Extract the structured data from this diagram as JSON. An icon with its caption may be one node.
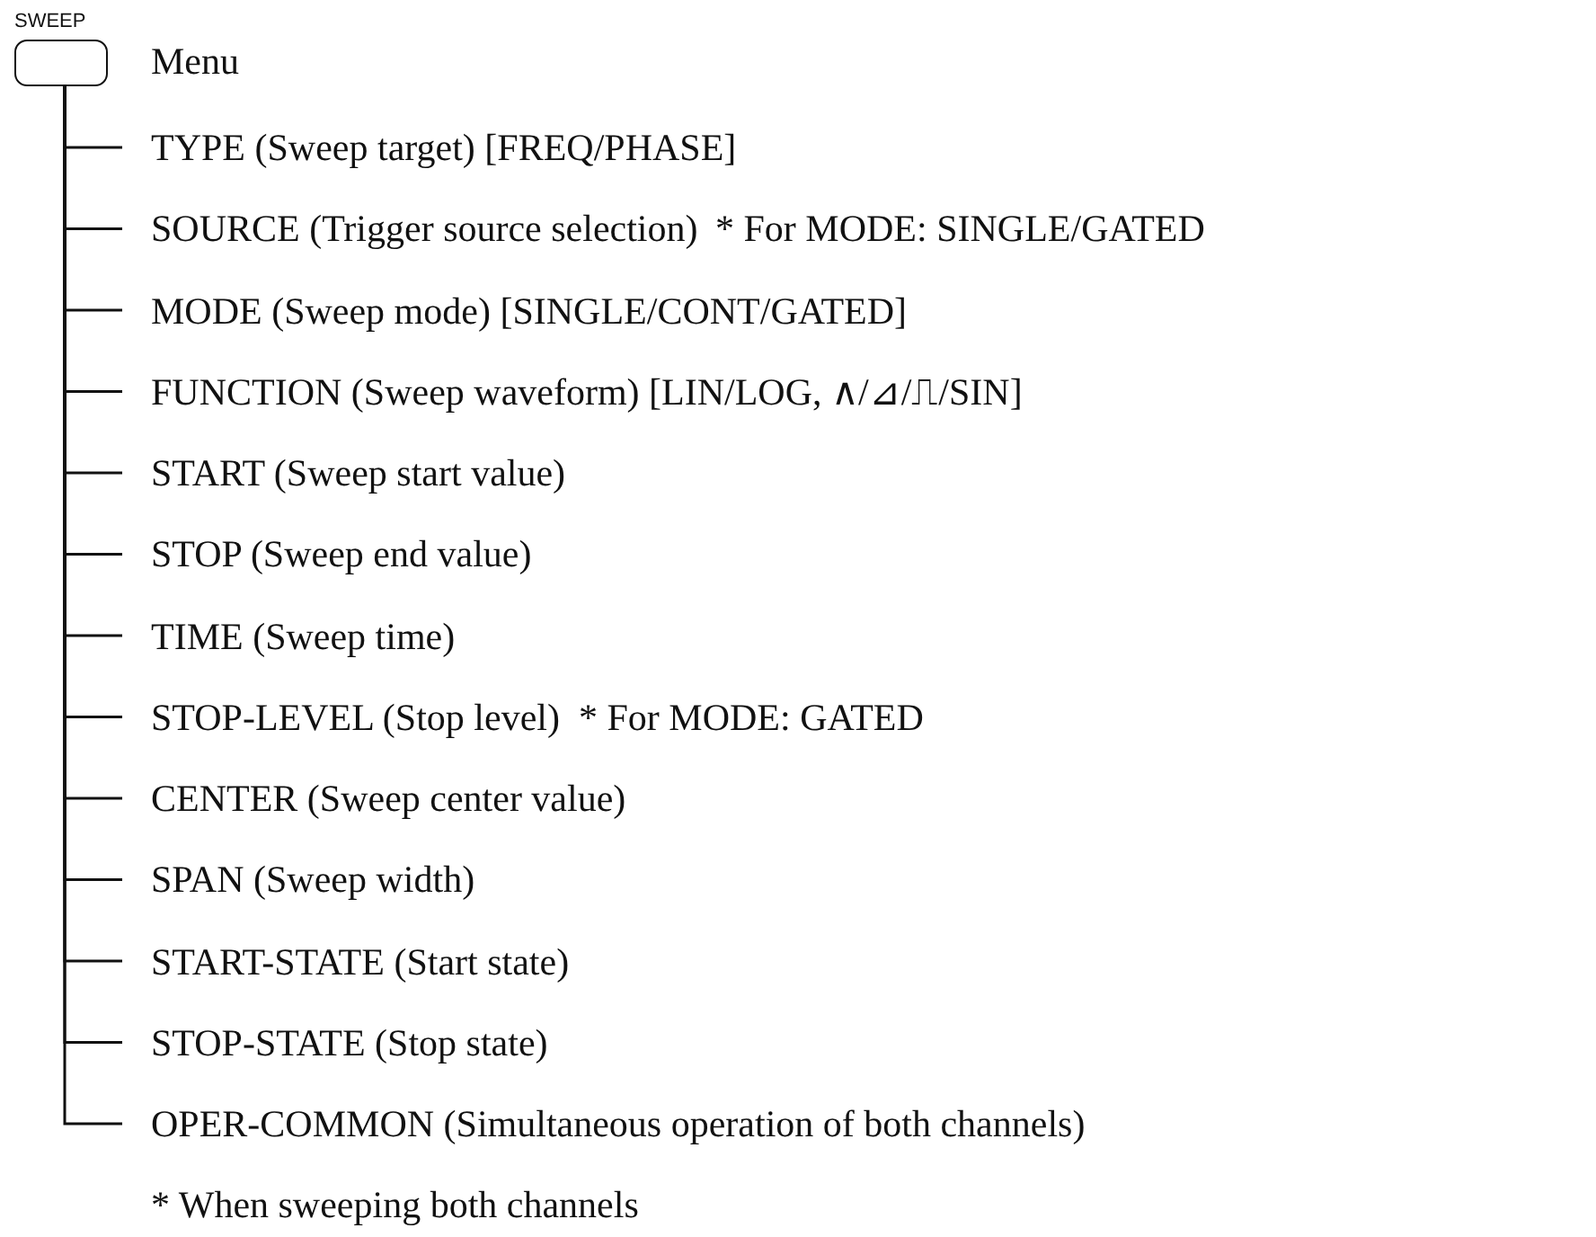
{
  "diagram": {
    "nodes": [
      {
        "text": [
          "SWEEP"
        ],
        "beside": [
          "Menu"
        ]
      },
      {
        "text": [
          "TYPE (Sweep target) [FREQ/PHASE]"
        ]
      },
      {
        "text": [
          "SOURCE (Trigger source selection)",
          "* For MODE: SINGLE/GATED"
        ]
      },
      {
        "text": [
          "MODE (Sweep mode) [SINGLE/CONT/GATED]"
        ]
      },
      {
        "text": [
          "FUNCTION (Sweep waveform) [LIN/LOG, ∧/⊿/⎍/SIN]"
        ]
      },
      {
        "text": [
          "START (Sweep start value)"
        ]
      },
      {
        "text": [
          "STOP (Sweep end value)"
        ]
      },
      {
        "text": [
          "TIME (Sweep time)"
        ]
      },
      {
        "text": [
          "STOP-LEVEL (Stop level)",
          "* For MODE: GATED"
        ]
      },
      {
        "text": [
          "CENTER (Sweep center value)"
        ]
      },
      {
        "text": [
          "SPAN (Sweep width)"
        ]
      },
      {
        "text": [
          "START-STATE (Start state)"
        ]
      },
      {
        "text": [
          "STOP-STATE (Stop state)"
        ]
      },
      {
        "text": [
          "OPER-COMMON (Simultaneous operation of both channels)"
        ]
      }
    ],
    "edges": [
      {
        "from": 0,
        "to": 1,
        "arrow": "none"
      },
      {
        "from": 0,
        "to": 2,
        "arrow": "none"
      },
      {
        "from": 0,
        "to": 3,
        "arrow": "none"
      },
      {
        "from": 0,
        "to": 4,
        "arrow": "none"
      },
      {
        "from": 0,
        "to": 5,
        "arrow": "none"
      },
      {
        "from": 0,
        "to": 6,
        "arrow": "none"
      },
      {
        "from": 0,
        "to": 7,
        "arrow": "none"
      },
      {
        "from": 0,
        "to": 8,
        "arrow": "none"
      },
      {
        "from": 0,
        "to": 9,
        "arrow": "none"
      },
      {
        "from": 0,
        "to": 10,
        "arrow": "none"
      },
      {
        "from": 0,
        "to": 11,
        "arrow": "none"
      },
      {
        "from": 0,
        "to": 12,
        "arrow": "none"
      },
      {
        "from": 0,
        "to": 13,
        "arrow": "none"
      }
    ],
    "labels": [
      "* When sweeping both channels"
    ]
  }
}
